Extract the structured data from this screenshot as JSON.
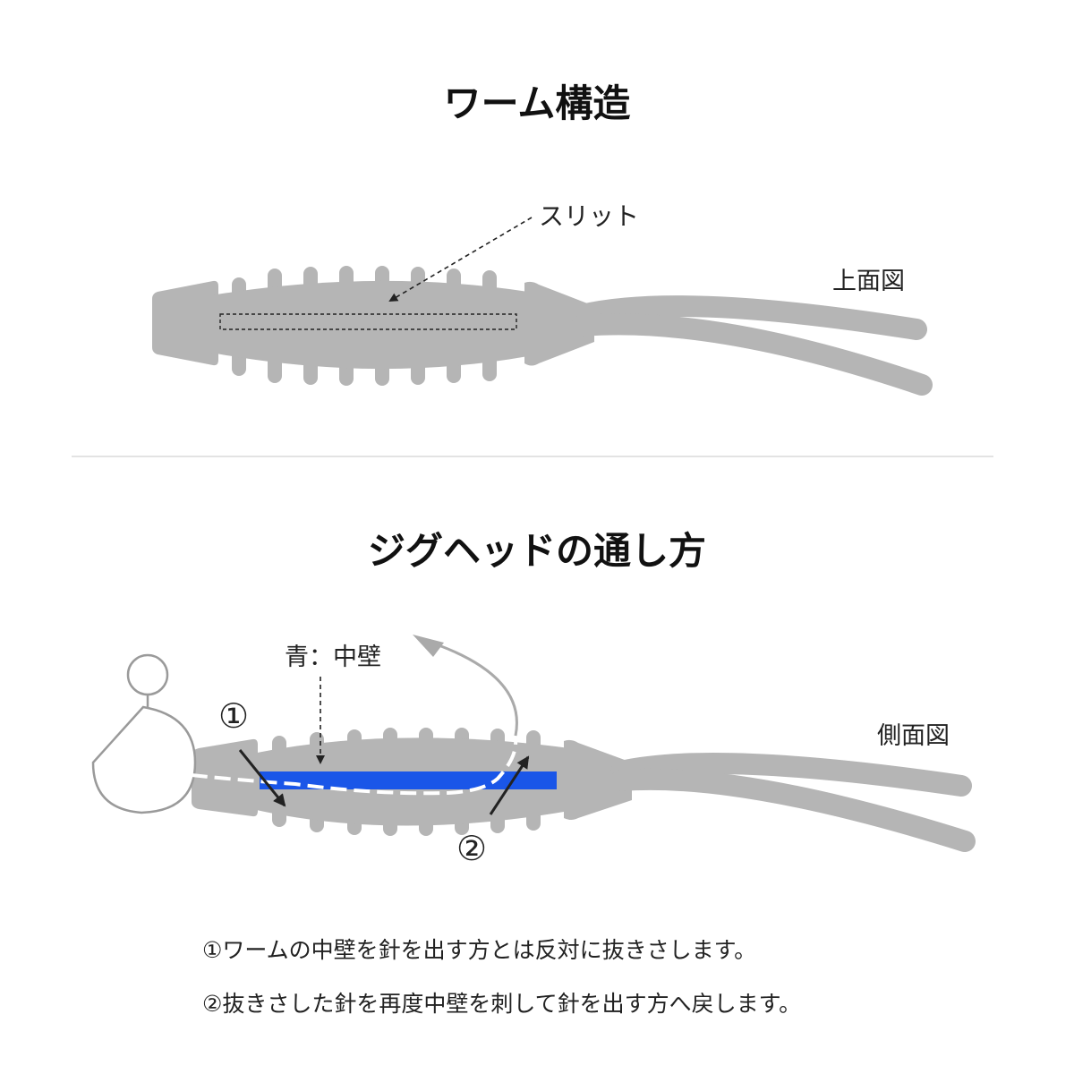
{
  "section1": {
    "title": "ワーム構造",
    "slit_label": "スリット",
    "view_label": "上面図"
  },
  "section2": {
    "title": "ジグヘッドの通し方",
    "wall_label": "青：中壁",
    "step1_marker": "①",
    "step2_marker": "②",
    "view_label": "側面図"
  },
  "notes": [
    "①ワームの中壁を針を出す方とは反対に抜きさします。",
    "②抜きさした針を再度中壁を刺して針を出す方へ戻します。"
  ],
  "colors": {
    "worm_body": "#b5b5b5",
    "middle_wall": "#1a56e8",
    "arrow": "#222222",
    "jighead_outline": "#9a9a9a",
    "divider": "#e3e3e3"
  }
}
